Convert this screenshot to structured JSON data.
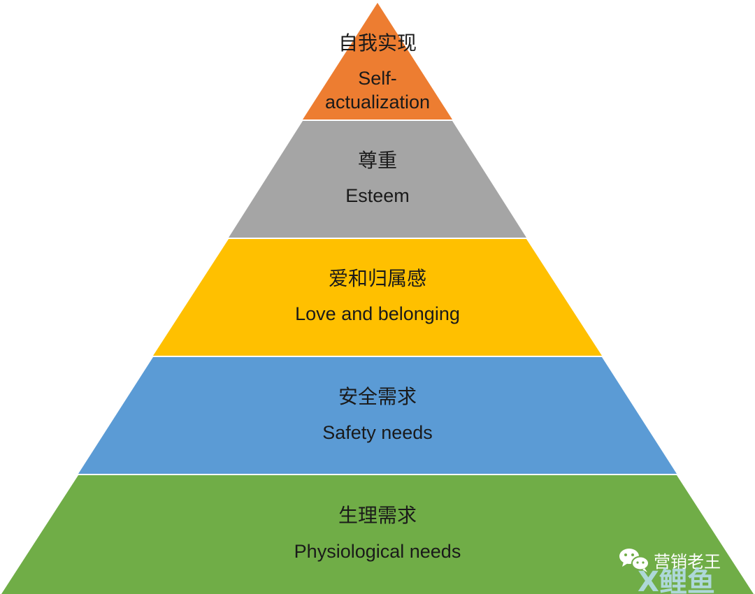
{
  "levels": [
    {
      "cn": "自我实现",
      "en": [
        "Self-",
        "actualization"
      ],
      "color": "#ED7D31"
    },
    {
      "cn": "尊重",
      "en": [
        "Esteem"
      ],
      "color": "#A5A5A5"
    },
    {
      "cn": "爱和归属感",
      "en": [
        "Love and belonging"
      ],
      "color": "#FFC000"
    },
    {
      "cn": "安全需求",
      "en": [
        "Safety needs"
      ],
      "color": "#5B9BD5"
    },
    {
      "cn": "生理需求",
      "en": [
        "Physiological needs"
      ],
      "color": "#70AD47"
    }
  ],
  "watermark": {
    "account": "营销老王",
    "icon": "wechat-icon",
    "logo": "X鲤鱼"
  }
}
